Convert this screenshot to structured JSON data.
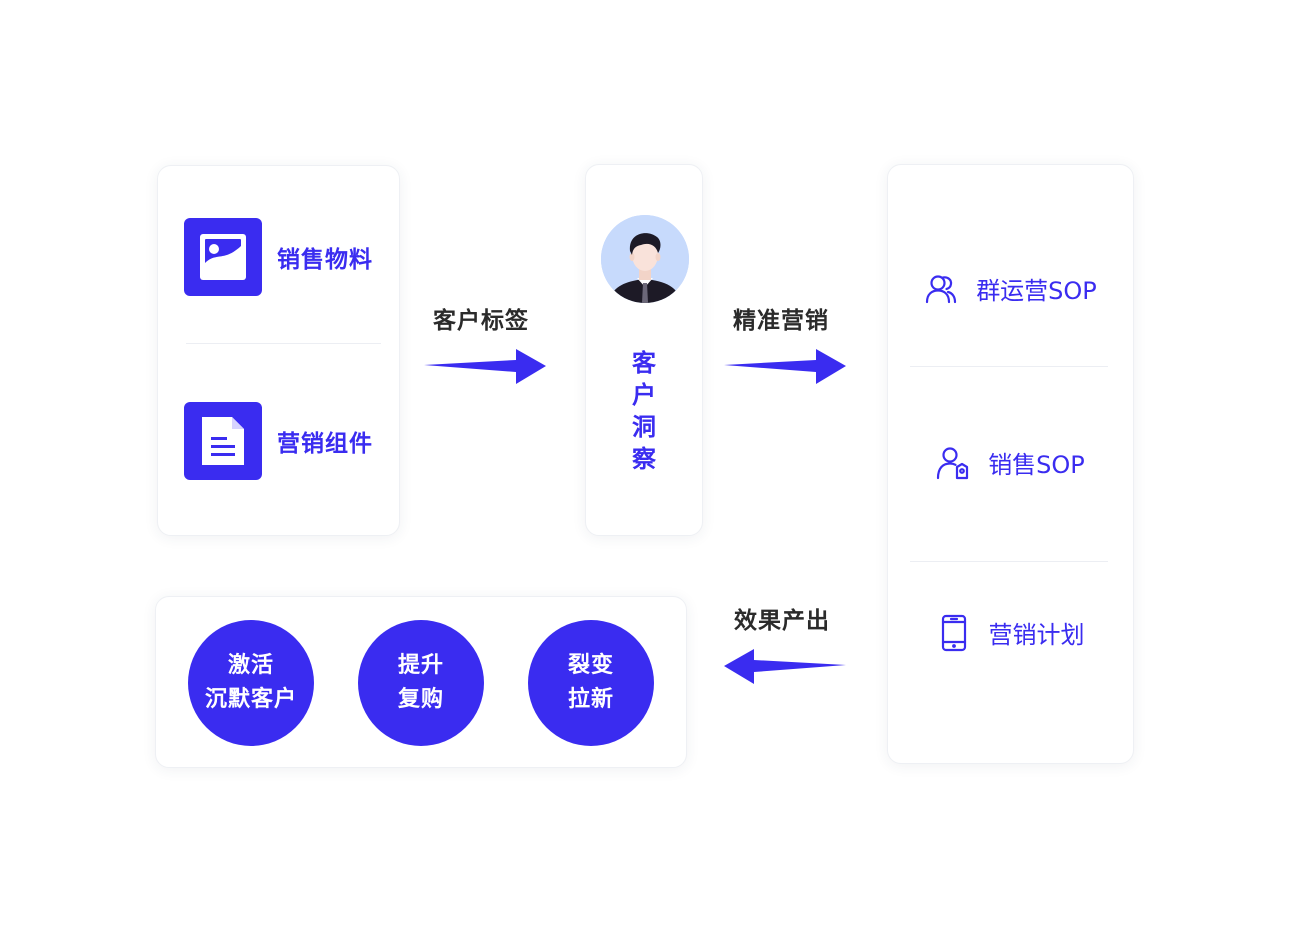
{
  "materials": {
    "items": [
      {
        "label": "销售物料",
        "icon": "image-icon"
      },
      {
        "label": "营销组件",
        "icon": "document-icon"
      }
    ]
  },
  "flows": {
    "tag_label": "客户标签",
    "precise_label": "精准营销",
    "effect_label": "效果产出"
  },
  "insight": {
    "avatar_icon": "businessman-avatar",
    "chars": [
      "客",
      "户",
      "洞",
      "察"
    ]
  },
  "sop": {
    "items": [
      {
        "label": "群运营SOP",
        "icon": "group-users-icon"
      },
      {
        "label": "销售SOP",
        "icon": "user-tag-icon"
      },
      {
        "label": "营销计划",
        "icon": "mobile-phone-icon"
      }
    ]
  },
  "outcomes": [
    {
      "line1": "激活",
      "line2": "沉默客户"
    },
    {
      "line1": "提升",
      "line2": "复购"
    },
    {
      "line1": "裂变",
      "line2": "拉新"
    }
  ],
  "colors": {
    "accent": "#3a2cf0",
    "text": "#2b2b2b",
    "avatar_bg": "#c7dafc"
  }
}
